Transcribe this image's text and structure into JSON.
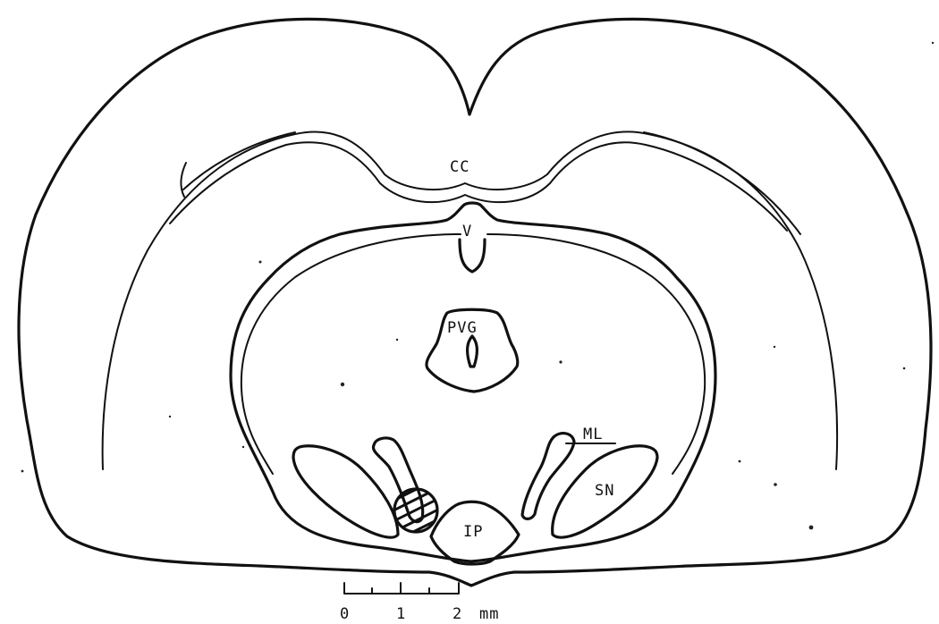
{
  "labels": {
    "corpus_callosum": "CC",
    "ventricle": "V",
    "periventricular_gray": "PVG",
    "medial_lemniscus": "ML",
    "substantia_nigra": "SN",
    "interpeduncular": "IP"
  },
  "scale_bar": {
    "tick_0": "0",
    "tick_1": "1",
    "tick_2": "2",
    "unit": "mm"
  }
}
